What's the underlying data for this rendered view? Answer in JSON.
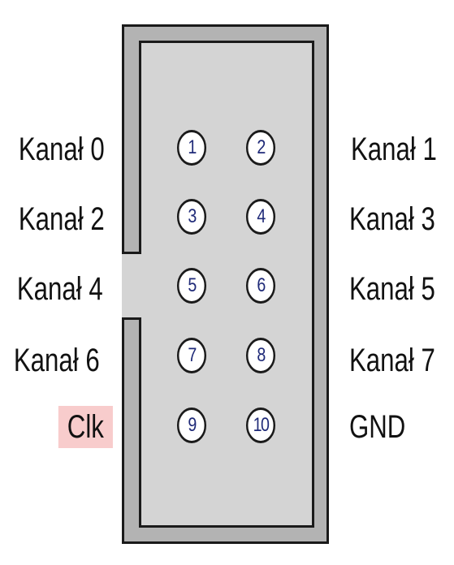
{
  "pins": [
    {
      "number": "1"
    },
    {
      "number": "2"
    },
    {
      "number": "3"
    },
    {
      "number": "4"
    },
    {
      "number": "5"
    },
    {
      "number": "6"
    },
    {
      "number": "7"
    },
    {
      "number": "8"
    },
    {
      "number": "9"
    },
    {
      "number": "10"
    }
  ],
  "labels": {
    "left": [
      {
        "text": "Kanał 0"
      },
      {
        "text": "Kanał 2"
      },
      {
        "text": "Kanał 4"
      },
      {
        "text": "Kanał 6"
      },
      {
        "text": "Clk",
        "highlight_color": "#f8cccc"
      }
    ],
    "right": [
      {
        "text": "Kanał 1"
      },
      {
        "text": "Kanał 3"
      },
      {
        "text": "Kanał 5"
      },
      {
        "text": "Kanał 7"
      },
      {
        "text": "GND"
      }
    ]
  },
  "colors": {
    "connector_body": "#b3b3b3",
    "connector_inner": "#d4d4d4",
    "outline": "#1a1a1a",
    "pin_fill": "#ffffff",
    "pin_number": "#1f2a78"
  }
}
